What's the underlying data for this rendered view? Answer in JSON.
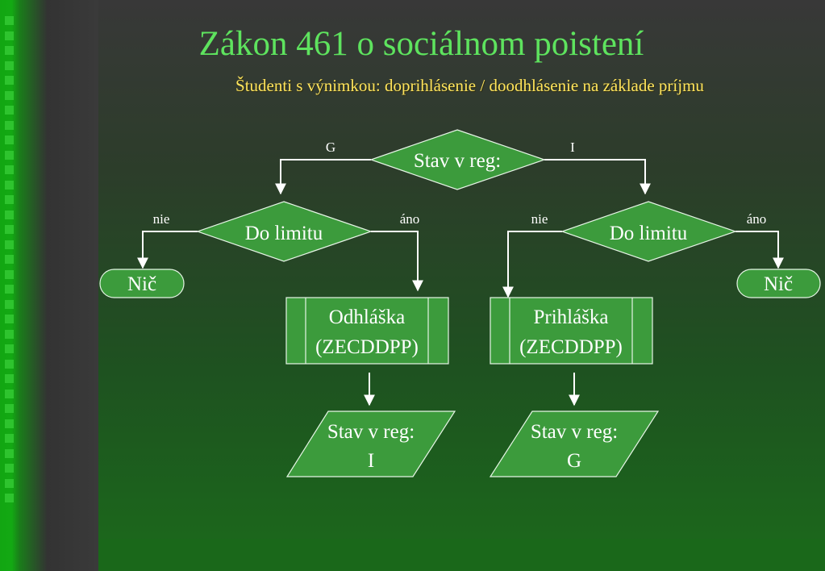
{
  "slide": {
    "title": "Zákon 461 o sociálnom poistení",
    "subtitle": "Študenti s výnimkou: doprihlásenie / doodhlásenie na základe príjmu"
  },
  "flowchart": {
    "root_decision": "Stav v reg:",
    "branch_left_label": "G",
    "branch_right_label": "I",
    "left": {
      "decision": "Do limitu",
      "no_label": "nie",
      "yes_label": "áno",
      "terminal": "Nič",
      "process_line1": "Odhláška",
      "process_line2": "(ZECDDPP)",
      "output_line1": "Stav v reg:",
      "output_line2": "I"
    },
    "right": {
      "decision": "Do limitu",
      "no_label": "nie",
      "yes_label": "áno",
      "terminal": "Nič",
      "process_line1": "Prihláška",
      "process_line2": "(ZECDDPP)",
      "output_line1": "Stav v reg:",
      "output_line2": "G"
    }
  },
  "colors": {
    "title": "#5ee35e",
    "subtitle": "#ffe45c",
    "shape_fill": "#3c9b3c",
    "shape_stroke": "#e6f5e6",
    "connector": "#ffffff"
  }
}
